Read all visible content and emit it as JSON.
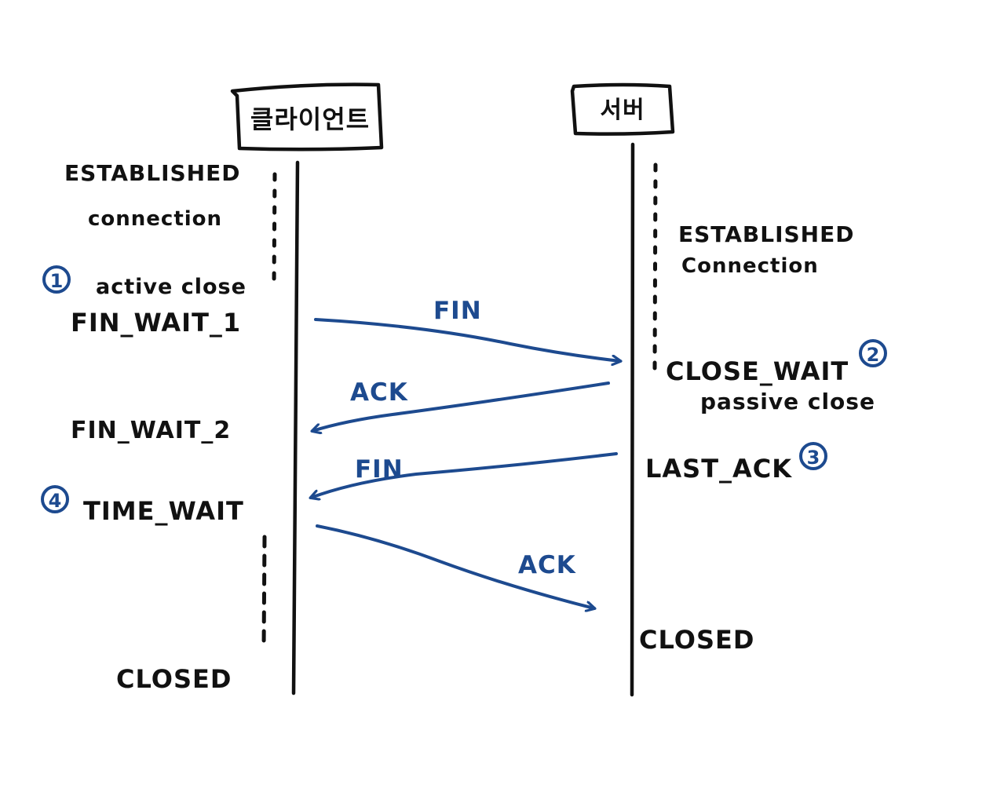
{
  "colors": {
    "ink": "#111111",
    "accent": "#1d4a8f"
  },
  "participants": {
    "client": {
      "label": "클라이언트"
    },
    "server": {
      "label": "서버"
    }
  },
  "client_states": {
    "established_line1": "ESTABLISHED",
    "established_line2": "connection",
    "active_close": "active close",
    "fin_wait_1": "FIN_WAIT_1",
    "fin_wait_2": "FIN_WAIT_2",
    "time_wait": "TIME_WAIT",
    "closed": "CLOSED"
  },
  "server_states": {
    "established_line1": "ESTABLISHED",
    "established_line2": "Connection",
    "close_wait": "CLOSE_WAIT",
    "passive_close": "passive close",
    "last_ack": "LAST_ACK",
    "closed": "CLOSED"
  },
  "messages": [
    {
      "label": "FIN",
      "from": "client",
      "to": "server"
    },
    {
      "label": "ACK",
      "from": "server",
      "to": "client"
    },
    {
      "label": "FIN",
      "from": "server",
      "to": "client"
    },
    {
      "label": "ACK",
      "from": "client",
      "to": "server"
    }
  ],
  "markers": {
    "step1": "1",
    "step2": "2",
    "step3": "3",
    "step4": "4"
  }
}
